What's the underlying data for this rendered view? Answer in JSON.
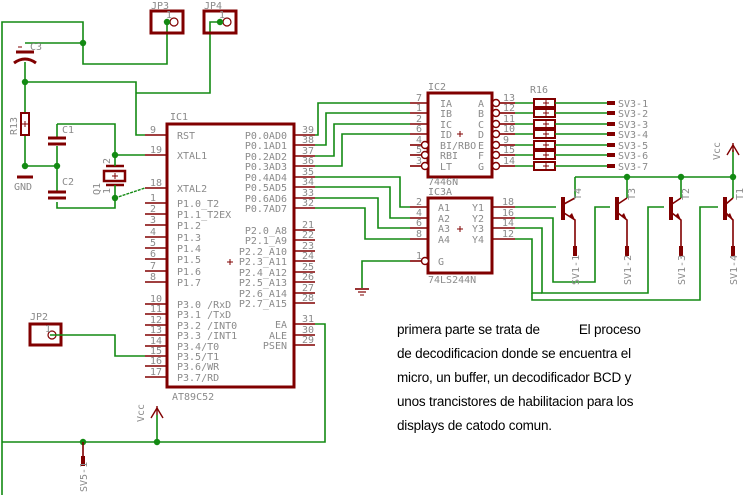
{
  "colors": {
    "wire": "#138a13",
    "part": "#800000",
    "label": "#8a8a8a",
    "junction": "#138a13"
  },
  "ic1": {
    "name": "IC1",
    "value": "AT89C52",
    "left_pins": [
      {
        "num": "9",
        "name": "RST"
      },
      {
        "num": "19",
        "name": "XTAL1"
      },
      {
        "num": "18",
        "name": "XTAL2"
      },
      {
        "num": "1",
        "name": "P1.0_T2"
      },
      {
        "num": "2",
        "name": "P1.1_T2EX"
      },
      {
        "num": "3",
        "name": "P1.2"
      },
      {
        "num": "4",
        "name": "P1.3"
      },
      {
        "num": "5",
        "name": "P1.4"
      },
      {
        "num": "6",
        "name": "P1.5"
      },
      {
        "num": "7",
        "name": "P1.6"
      },
      {
        "num": "8",
        "name": "P1.7"
      },
      {
        "num": "10",
        "name": "P3.0 /RxD"
      },
      {
        "num": "11",
        "name": "P3.1 /TxD"
      },
      {
        "num": "12",
        "name": "P3.2 /INT0"
      },
      {
        "num": "13",
        "name": "P3.3 /INT1"
      },
      {
        "num": "14",
        "name": "P3.4/T0"
      },
      {
        "num": "15",
        "name": "P3.5/T1"
      },
      {
        "num": "16",
        "name": "P3.6/WR"
      },
      {
        "num": "17",
        "name": "P3.7/RD"
      }
    ],
    "right_pins": [
      {
        "num": "39",
        "name": "P0.0AD0"
      },
      {
        "num": "38",
        "name": "P0.1AD1"
      },
      {
        "num": "37",
        "name": "P0.2AD2"
      },
      {
        "num": "36",
        "name": "P0.3AD3"
      },
      {
        "num": "35",
        "name": "P0.4AD4"
      },
      {
        "num": "34",
        "name": "P0.5AD5"
      },
      {
        "num": "33",
        "name": "P0.6AD6"
      },
      {
        "num": "32",
        "name": "P0.7AD7"
      },
      {
        "num": "21",
        "name": "P2.0_A8"
      },
      {
        "num": "22",
        "name": "P2.1_A9"
      },
      {
        "num": "23",
        "name": "P2.2_A10"
      },
      {
        "num": "24",
        "name": "P2.3_A11"
      },
      {
        "num": "25",
        "name": "P2.4_A12"
      },
      {
        "num": "26",
        "name": "P2.5_A13"
      },
      {
        "num": "27",
        "name": "P2.6_A14"
      },
      {
        "num": "28",
        "name": "P2.7_A15"
      },
      {
        "num": "31",
        "name": "EA"
      },
      {
        "num": "30",
        "name": "ALE"
      },
      {
        "num": "29",
        "name": "PSEN"
      }
    ]
  },
  "ic2": {
    "name": "IC2",
    "value": "7446N",
    "left_pins": [
      {
        "num": "7",
        "name": "IA"
      },
      {
        "num": "1",
        "name": "IB"
      },
      {
        "num": "2",
        "name": "IC"
      },
      {
        "num": "6",
        "name": "ID"
      },
      {
        "num": "4",
        "name": "BI/RBO"
      },
      {
        "num": "5",
        "name": "RBI"
      },
      {
        "num": "3",
        "name": "LT"
      }
    ],
    "right_pins": [
      {
        "num": "13",
        "name": "A"
      },
      {
        "num": "12",
        "name": "B"
      },
      {
        "num": "11",
        "name": "C"
      },
      {
        "num": "10",
        "name": "D"
      },
      {
        "num": "9",
        "name": "E"
      },
      {
        "num": "15",
        "name": "F"
      },
      {
        "num": "14",
        "name": "G"
      }
    ]
  },
  "ic3": {
    "name": "IC3A",
    "value": "74LS244N",
    "left_pins": [
      {
        "num": "2",
        "name": "A1"
      },
      {
        "num": "4",
        "name": "A2"
      },
      {
        "num": "6",
        "name": "A3"
      },
      {
        "num": "8",
        "name": "A4"
      },
      {
        "num": "1",
        "name": "G"
      }
    ],
    "right_pins": [
      {
        "num": "18",
        "name": "Y1"
      },
      {
        "num": "16",
        "name": "Y2"
      },
      {
        "num": "14",
        "name": "Y3"
      },
      {
        "num": "12",
        "name": "Y4"
      }
    ]
  },
  "resistor_array_label": "R16",
  "sv3_labels": [
    "SV3-1",
    "SV3-2",
    "SV3-3",
    "SV3-4",
    "SV3-5",
    "SV3-6",
    "SV3-7"
  ],
  "transistors": [
    {
      "name": "T4",
      "sv": "SV1-1"
    },
    {
      "name": "T3",
      "sv": "SV1-2"
    },
    {
      "name": "T2",
      "sv": "SV1-3"
    },
    {
      "name": "T1",
      "sv": "SV1-4"
    }
  ],
  "parts": {
    "jp3": "JP3",
    "jp4": "JP4",
    "jp2": "JP2",
    "pin1": "1",
    "c1": "C1",
    "c2": "C2",
    "c3": "C3",
    "r13": "R13",
    "q1": "Q1",
    "q1_pin1": "1",
    "q1_pin2": "2",
    "gnd": "GND",
    "vcc": "Vcc",
    "sv5": "SV5-1"
  },
  "note": {
    "lines": [
      "primera parte se trata de           El proceso",
      "de decodificacion donde se encuentra el",
      "micro, un buffer, un decodificador BCD y",
      "unos trancistores de habilitacion para los",
      "displays de catodo comun."
    ]
  }
}
